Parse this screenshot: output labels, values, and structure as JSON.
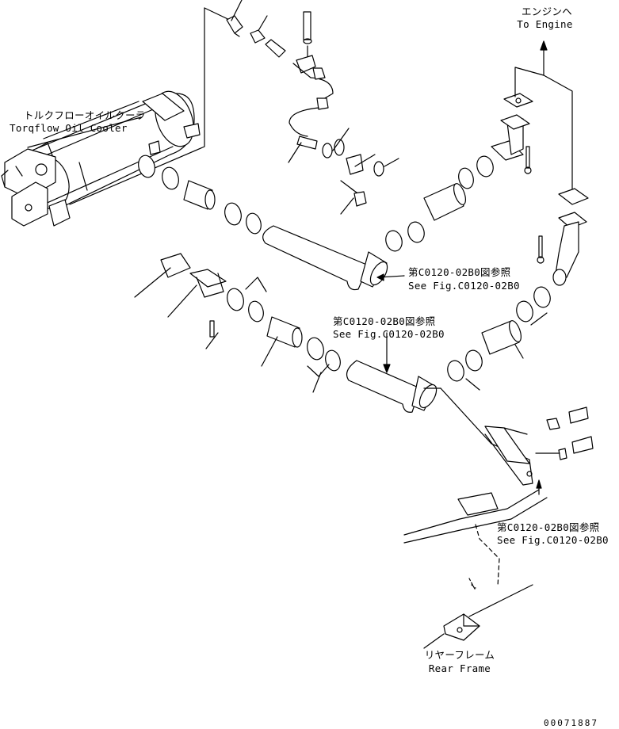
{
  "labels": {
    "engine_jp": "エンジンヘ",
    "engine_en": "To Engine",
    "cooler_jp": "トルクフローオイルクーラ",
    "cooler_en": "Torqflow Oil Cooler",
    "ref1_jp": "第C0120-02B0図参照",
    "ref1_en": "See Fig.C0120-02B0",
    "ref2_jp": "第C0120-02B0図参照",
    "ref2_en": "See Fig.C0120-02B0",
    "ref3_jp": "第C0120-02B0図参照",
    "ref3_en": "See Fig.C0120-02B0",
    "frame_jp": "リヤーフレーム",
    "frame_en": "Rear Frame",
    "drawing_no": "00071887"
  }
}
